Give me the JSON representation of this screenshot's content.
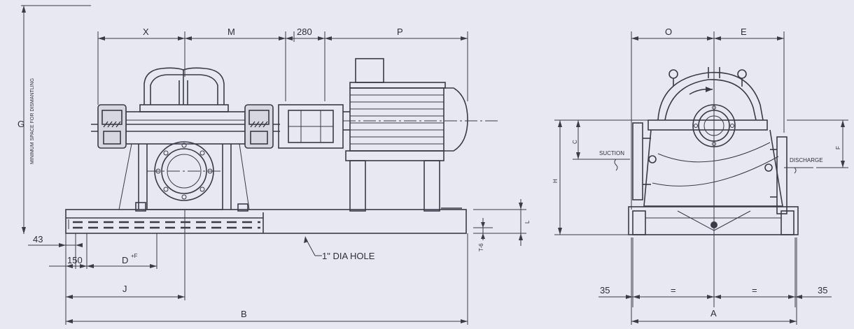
{
  "labels": {
    "x": "X",
    "m": "M",
    "dim_280": "280",
    "p": "P",
    "o": "O",
    "e": "E",
    "g": "G",
    "space_note": "MINIMUM SPACE FOR DISMANTLING",
    "dim_43": "43",
    "dim_150": "150",
    "d": "D",
    "d_sup": "+F",
    "j": "J",
    "b": "B",
    "hole": "1\" DIA HOLE",
    "c": "C",
    "h": "H",
    "suction": "SUCTION",
    "discharge": "DISCHARGE",
    "f": "F",
    "l": "L",
    "t": "T-6",
    "dim_35_left": "35",
    "dim_35_right": "35",
    "a": "A",
    "half_left": "=",
    "half_right": "="
  },
  "colors": {
    "background": "#e7e8f1",
    "line": "#3a3a48"
  }
}
